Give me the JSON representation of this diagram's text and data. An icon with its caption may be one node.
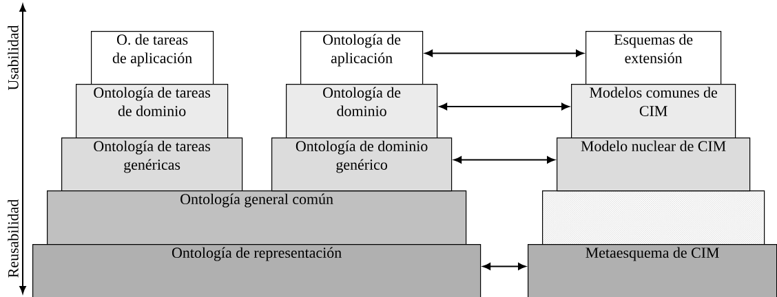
{
  "diagram": {
    "nodes": [
      {
        "text": [
          "O. de tareas de aplicación"
        ]
      },
      {
        "text": [
          "Ontología de tareas de dominio"
        ]
      },
      {
        "text": [
          "Ontología de tareas genéricas"
        ]
      },
      {
        "text": [
          "Ontología general común"
        ]
      },
      {
        "text": [
          "Ontología de representación"
        ]
      },
      {
        "text": [
          "Ontología de aplicación"
        ]
      },
      {
        "text": [
          "Ontología de dominio"
        ]
      },
      {
        "text": [
          "Ontología de dominio genérico"
        ]
      },
      {
        "text": [
          "Esquemas de extensión"
        ]
      },
      {
        "text": [
          "Modelos comunes de CIM"
        ]
      },
      {
        "text": [
          "Modelo nuclear de CIM"
        ]
      },
      {
        "text": [],
        "shape": "box"
      },
      {
        "text": [
          "Metaesquema de CIM"
        ]
      }
    ],
    "edges": [
      {
        "from": 5,
        "to": 8,
        "arrow": "both"
      },
      {
        "from": 6,
        "to": 9,
        "arrow": "both"
      },
      {
        "from": 7,
        "to": 10,
        "arrow": "both"
      },
      {
        "from": 4,
        "to": 12,
        "arrow": "both"
      }
    ],
    "labels": [
      "Usabilidad",
      "Reusabilidad"
    ]
  }
}
